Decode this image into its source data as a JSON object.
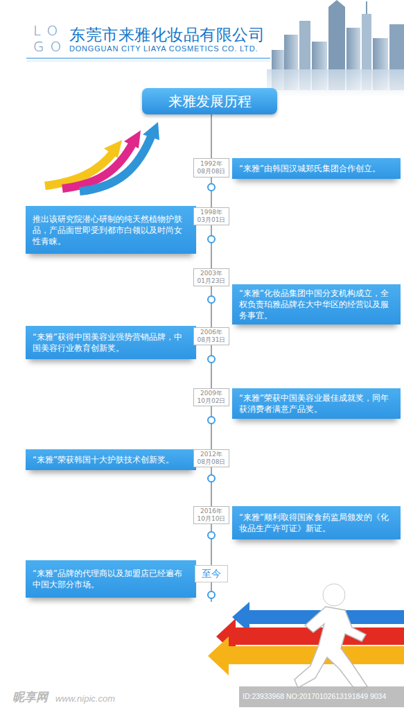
{
  "diagram": {
    "title": "来雅发展历程",
    "nodes": [
      {
        "text": [
          "1992年 08月08日"
        ]
      },
      {
        "text": [
          "“来雅”由韩国汉城郑氏集团合作创立。"
        ]
      },
      {
        "text": [
          "推出该研究院潜心研制的纯天然植物护肤品，产品面世即受到都市白领以及时尚女性青睐。"
        ]
      },
      {
        "text": [
          "1998年 03月01日"
        ]
      },
      {
        "text": [
          "2003年 01月23日"
        ]
      },
      {
        "text": [
          "“来雅”化妆品集团中国分支机构成立，全权负责珀雅品牌在大中华区的经营以及服务事宜。"
        ]
      },
      {
        "text": [
          "“来雅”获得中国美容业强势营销品牌，中国美容行业教育创新奖。"
        ]
      },
      {
        "text": [
          "2006年 08月31日"
        ]
      },
      {
        "text": [
          "2009年 10月02日"
        ]
      },
      {
        "text": [
          "“来雅”荣获中国美容业最佳成就奖，同年获消费者满意产品奖。"
        ]
      },
      {
        "text": [
          "“来雅”荣获韩国十大护肤技术创新奖。"
        ]
      },
      {
        "text": [
          "2012年 08月08日"
        ]
      },
      {
        "text": [
          "2016年 10月10日"
        ]
      },
      {
        "text": [
          "“来雅”顺利取得国家食药监局颁发的《化妆品生产许可证》新证。"
        ]
      },
      {
        "text": [
          "“来雅”品牌的代理商以及加盟店已经遍布中国大部分市场。"
        ]
      },
      {
        "text": [
          "至今"
        ]
      }
    ],
    "edges": [
      {
        "from": 0,
        "to": 3,
        "arrow": "none"
      },
      {
        "from": 3,
        "to": 4,
        "arrow": "none"
      },
      {
        "from": 4,
        "to": 7,
        "arrow": "none"
      },
      {
        "from": 7,
        "to": 8,
        "arrow": "none"
      },
      {
        "from": 8,
        "to": 11,
        "arrow": "none"
      },
      {
        "from": 11,
        "to": 12,
        "arrow": "none"
      },
      {
        "from": 12,
        "to": 15,
        "arrow": "none"
      }
    ],
    "labels": [
      "LO",
      "GO",
      "东莞市来雅化妆品有限公司",
      "DONGGUAN CITY LIAYA COSMETICS CO. LTD.",
      "昵享网",
      "www.nipic.com",
      "ID:23933968 NO:20170102613191849 9034"
    ]
  }
}
